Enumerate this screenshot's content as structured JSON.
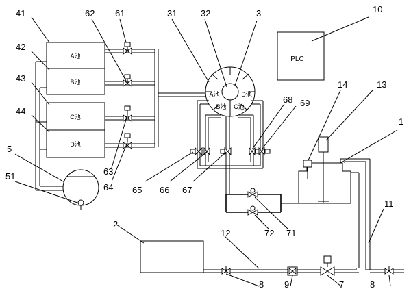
{
  "tanks": {
    "a": "A池",
    "b": "B池",
    "c": "C池",
    "d": "D池"
  },
  "plc_label": "PLC",
  "rotor_labels": {
    "a": "A池",
    "b": "B池",
    "c": "C池",
    "d": "D池"
  },
  "callouts": {
    "n41": "41",
    "n42": "42",
    "n43": "43",
    "n44": "44",
    "n5": "5",
    "n51": "51",
    "n61": "61",
    "n62": "62",
    "n63": "63",
    "n64": "64",
    "n65": "65",
    "n66": "66",
    "n67": "67",
    "n68": "68",
    "n69": "69",
    "n31": "31",
    "n32": "32",
    "n3": "3",
    "n10": "10",
    "n14": "14",
    "n13": "13",
    "n1": "1",
    "n2": "2",
    "n12": "12",
    "n11": "11",
    "n8a": "8",
    "n8b": "8",
    "n9": "9",
    "n7": "7",
    "n71": "71",
    "n72": "72"
  }
}
